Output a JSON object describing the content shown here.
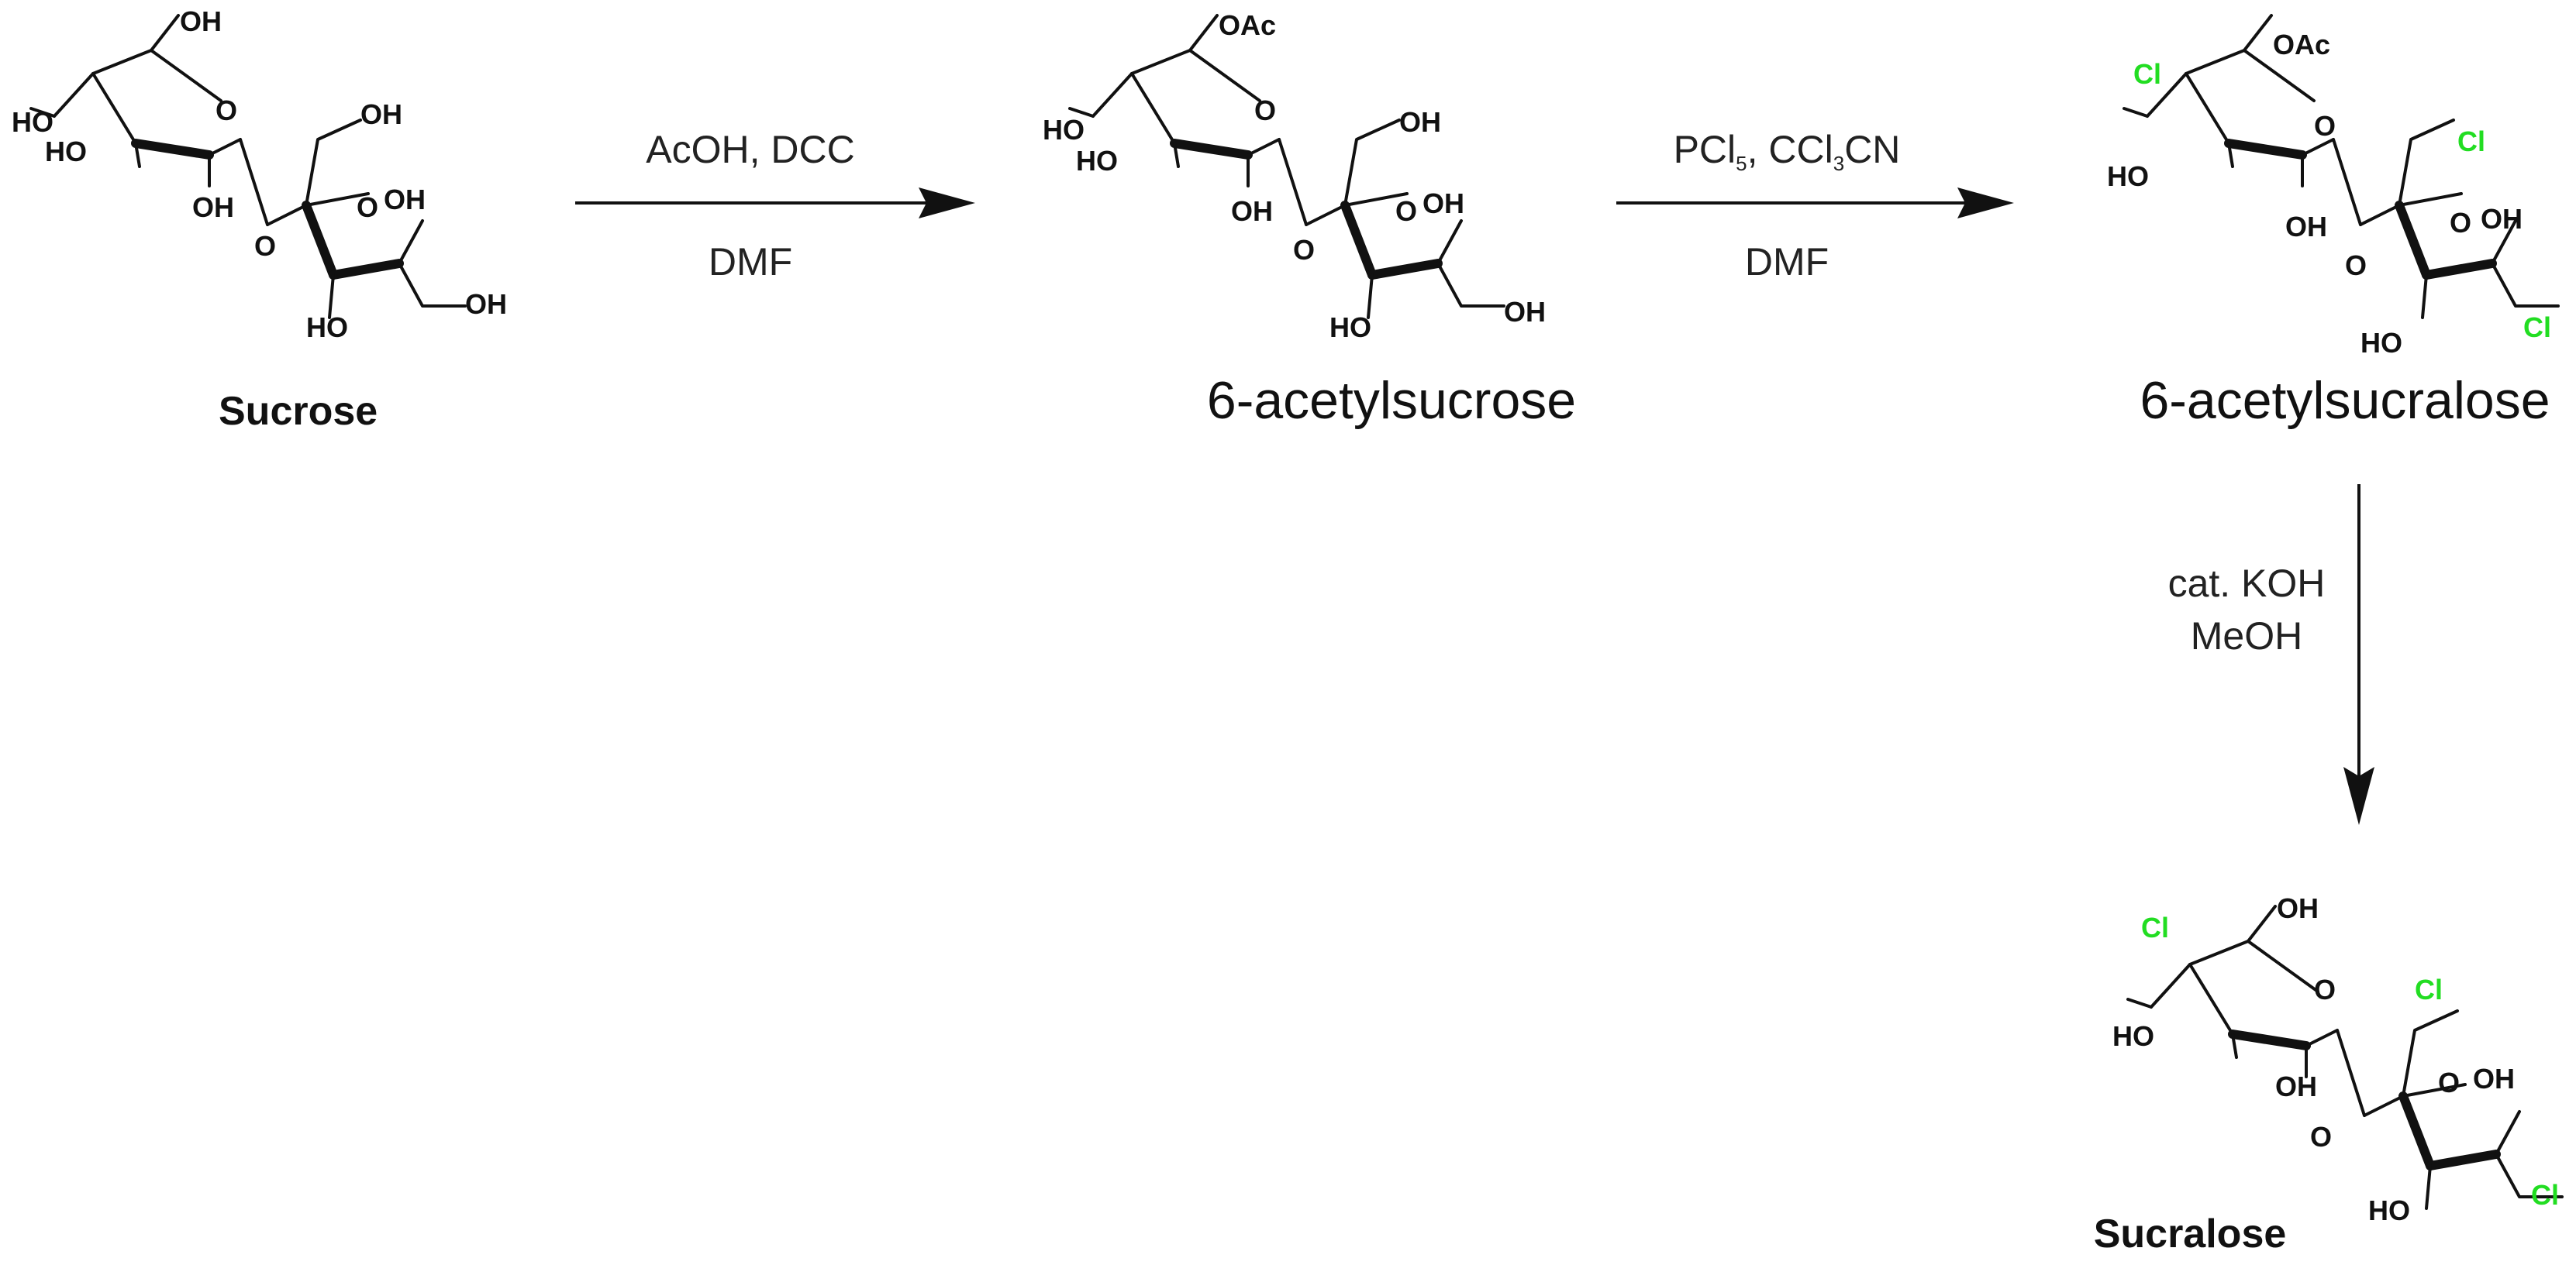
{
  "colors": {
    "chlorine": "#22dd22",
    "ink": "#111111",
    "background": "#ffffff"
  },
  "labels": {
    "OH": "OH",
    "HO": "HO",
    "O": "O",
    "OAc": "OAc",
    "Cl": "Cl"
  },
  "compounds": [
    {
      "id": "sucrose",
      "name": "Sucrose",
      "style": "bold"
    },
    {
      "id": "acetylsucrose",
      "name": "6-acetylsucrose",
      "style": "regular"
    },
    {
      "id": "acetylsucralose",
      "name": "6-acetylsucralose",
      "style": "regular"
    },
    {
      "id": "sucralose",
      "name": "Sucralose",
      "style": "bold"
    }
  ],
  "steps": [
    {
      "id": "step1",
      "reagents_above": "AcOH, DCC",
      "reagents_below": "DMF"
    },
    {
      "id": "step2",
      "reagents_above_parts": [
        "PCl",
        "5",
        ", CCl",
        "3",
        "CN"
      ],
      "reagents_below": "DMF"
    },
    {
      "id": "step3",
      "reagents_line1": "cat. KOH",
      "reagents_line2": "MeOH"
    }
  ]
}
